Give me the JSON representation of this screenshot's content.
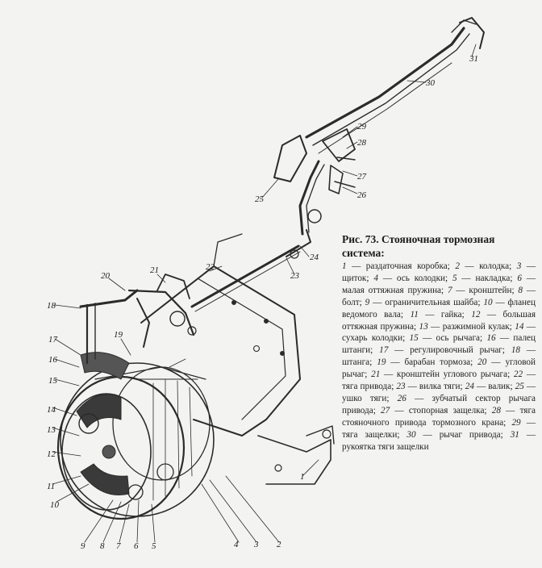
{
  "figure": {
    "title": "Рис. 73. Стояночная тормозная система:",
    "legend": [
      {
        "num": "1",
        "text": "раздаточная коробка;"
      },
      {
        "num": "2",
        "text": "колодка;"
      },
      {
        "num": "3",
        "text": "щиток;"
      },
      {
        "num": "4",
        "text": "ось колодки;"
      },
      {
        "num": "5",
        "text": "накладка;"
      },
      {
        "num": "6",
        "text": "малая оттяжная пружина;"
      },
      {
        "num": "7",
        "text": "кронштейн;"
      },
      {
        "num": "8",
        "text": "болт;"
      },
      {
        "num": "9",
        "text": "ограничительная шайба;"
      },
      {
        "num": "10",
        "text": "фланец ведомого вала;"
      },
      {
        "num": "11",
        "text": "гайка;"
      },
      {
        "num": "12",
        "text": "большая оттяжная пружина;"
      },
      {
        "num": "13",
        "text": "разжимной кулак;"
      },
      {
        "num": "14",
        "text": "сухарь колодки;"
      },
      {
        "num": "15",
        "text": "ось рычага;"
      },
      {
        "num": "16",
        "text": "палец штанги;"
      },
      {
        "num": "17",
        "text": "регулировочный рычаг;"
      },
      {
        "num": "18",
        "text": "штанга;"
      },
      {
        "num": "19",
        "text": "барабан тормоза;"
      },
      {
        "num": "20",
        "text": "угловой рычаг;"
      },
      {
        "num": "21",
        "text": "кронштейн углового рычага;"
      },
      {
        "num": "22",
        "text": "тяга привода;"
      },
      {
        "num": "23",
        "text": "вилка тяги;"
      },
      {
        "num": "24",
        "text": "валик;"
      },
      {
        "num": "25",
        "text": "ушко тяги;"
      },
      {
        "num": "26",
        "text": "зубчатый сектор рычага привода;"
      },
      {
        "num": "27",
        "text": "стопорная защелка;"
      },
      {
        "num": "28",
        "text": "тяга стояночного привода тормозного крана;"
      },
      {
        "num": "29",
        "text": "тяга защелки;"
      },
      {
        "num": "30",
        "text": "рычаг привода;"
      },
      {
        "num": "31",
        "text": "рукоятка тяги защелки"
      }
    ],
    "callouts": [
      "1",
      "2",
      "3",
      "4",
      "5",
      "6",
      "7",
      "8",
      "9",
      "10",
      "11",
      "12",
      "13",
      "14",
      "15",
      "16",
      "17",
      "18",
      "19",
      "20",
      "21",
      "22",
      "23",
      "24",
      "25",
      "26",
      "27",
      "28",
      "29",
      "30",
      "31"
    ]
  }
}
